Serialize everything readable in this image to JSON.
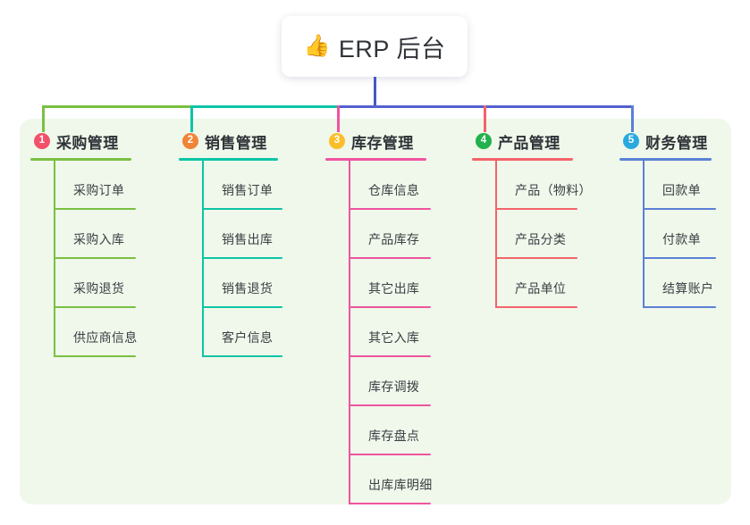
{
  "root": {
    "emoji": "👍",
    "title": "ERP 后台",
    "stem_color": "#4458c9"
  },
  "panel": {
    "background": "#eff8ea"
  },
  "connector": {
    "segments": [
      {
        "name": "trunk-left-green",
        "color": "#7ac043"
      },
      {
        "name": "trunk-mid-teal",
        "color": "#0cc5a6"
      },
      {
        "name": "trunk-right-blue",
        "color": "#5560cf"
      }
    ]
  },
  "branches": [
    {
      "index": "1",
      "label": "采购管理",
      "badge_color": "#f4506a",
      "line_color": "#7ac043",
      "items": [
        "采购订单",
        "采购入库",
        "采购退货",
        "供应商信息"
      ]
    },
    {
      "index": "2",
      "label": "销售管理",
      "badge_color": "#f08437",
      "line_color": "#0cc5a6",
      "items": [
        "销售订单",
        "销售出库",
        "销售退货",
        "客户信息"
      ]
    },
    {
      "index": "3",
      "label": "库存管理",
      "badge_color": "#fbbe2a",
      "line_color": "#ef54a0",
      "items": [
        "仓库信息",
        "产品库存",
        "其它出库",
        "其它入库",
        "库存调拨",
        "库存盘点",
        "出库库明细"
      ]
    },
    {
      "index": "4",
      "label": "产品管理",
      "badge_color": "#22b14c",
      "line_color": "#f4636b",
      "items": [
        "产品（物料）",
        "产品分类",
        "产品单位"
      ]
    },
    {
      "index": "5",
      "label": "财务管理",
      "badge_color": "#29a9e0",
      "line_color": "#5b80d6",
      "items": [
        "回款单",
        "付款单",
        "结算账户"
      ]
    }
  ]
}
